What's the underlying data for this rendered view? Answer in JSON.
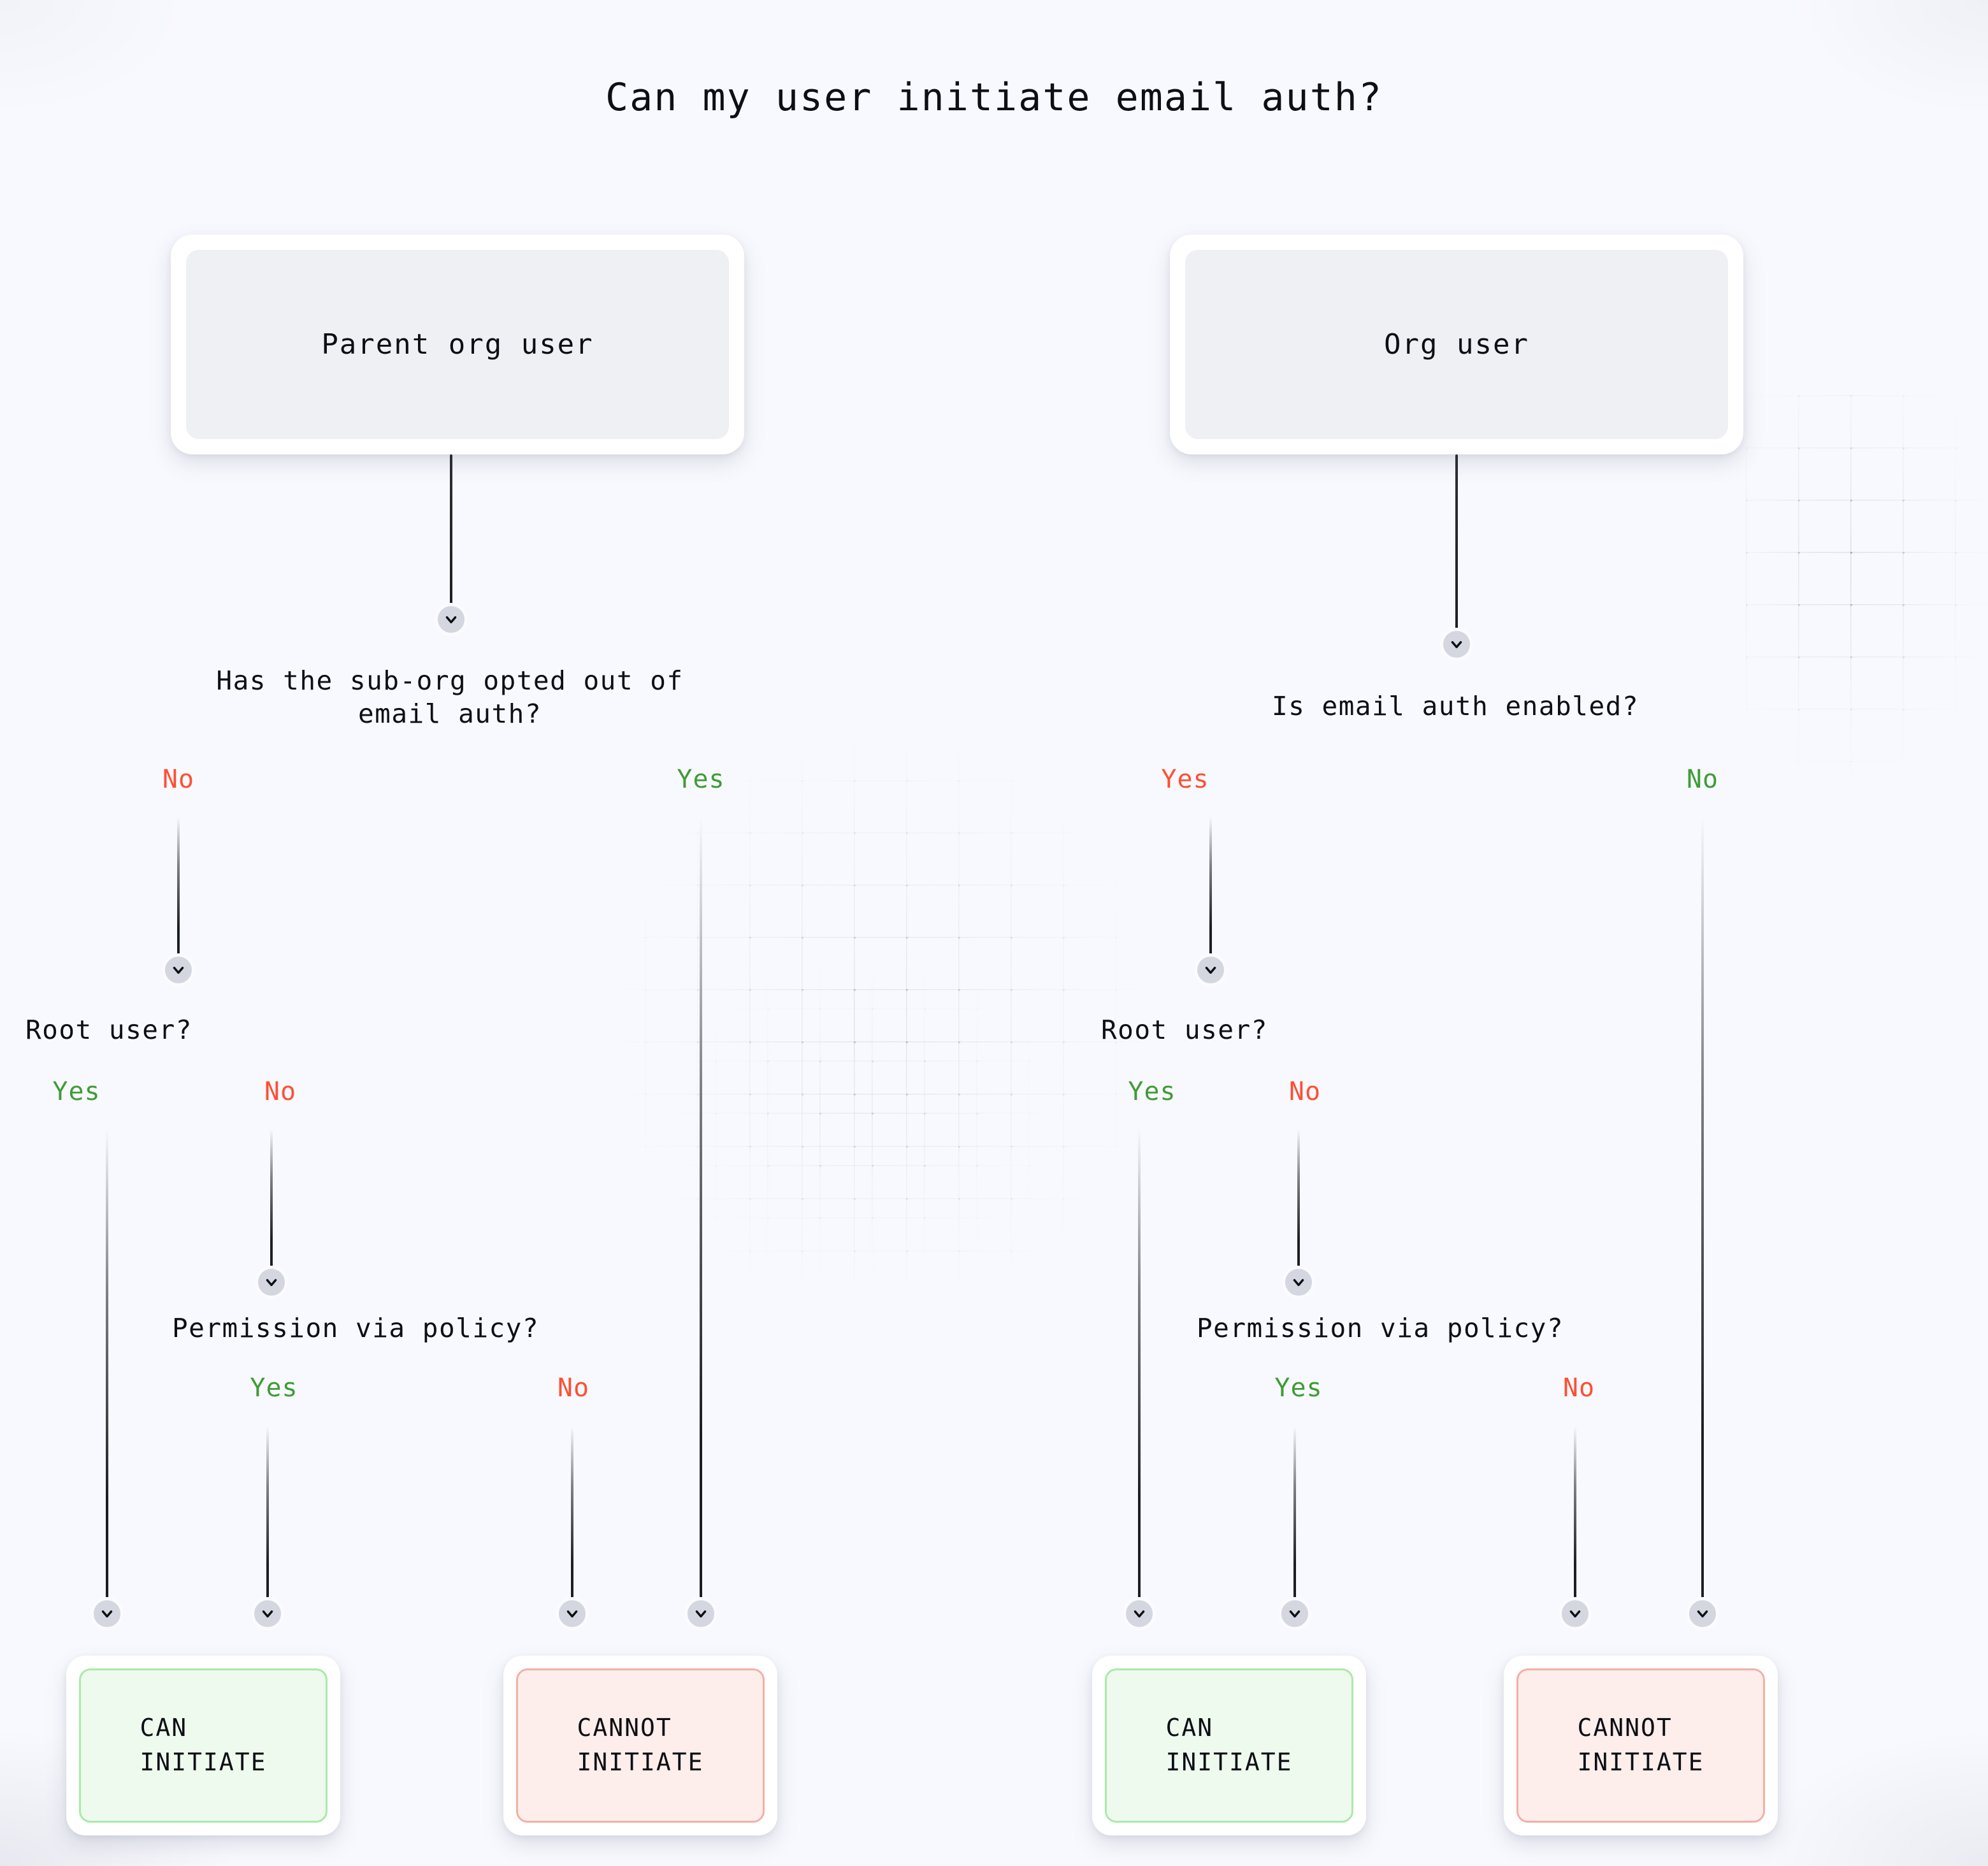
{
  "page": {
    "title": "Can my user initiate email auth?",
    "background_color": "#f8f9fe",
    "icons": {
      "chevron_down": "chevron-down-icon"
    }
  },
  "colors": {
    "yes": "#3f9c35",
    "no": "#ff4f33",
    "can_bg": "#effaef",
    "can_border": "#a8eaa8",
    "cannot_bg": "#fdeeec",
    "cannot_border": "#f3b0a4",
    "node_bg": "#eff0f4",
    "card_bg": "#ffffff",
    "text": "#0d0f14",
    "connector": "#1c1e26"
  },
  "branches": {
    "left": {
      "root_label": "Parent org user",
      "q1": {
        "text": "Has the sub-org opted out of\nemail auth?",
        "left_label": "No",
        "right_label": "Yes"
      },
      "q2": {
        "text": "Root user?",
        "left_label": "Yes",
        "right_label": "No"
      },
      "q3": {
        "text": "Permission via policy?",
        "left_label": "Yes",
        "right_label": "No"
      },
      "outcome_can": "CAN\nINITIATE",
      "outcome_cannot": "CANNOT\nINITIATE"
    },
    "right": {
      "root_label": "Org user",
      "q1": {
        "text": "Is email auth enabled?",
        "left_label": "Yes",
        "right_label": "No"
      },
      "q2": {
        "text": "Root user?",
        "left_label": "Yes",
        "right_label": "No"
      },
      "q3": {
        "text": "Permission via policy?",
        "left_label": "Yes",
        "right_label": "No"
      },
      "outcome_can": "CAN\nINITIATE",
      "outcome_cannot": "CANNOT\nINITIATE"
    }
  },
  "chart_data": {
    "type": "diagram",
    "diagram_kind": "decision-tree",
    "title": "Can my user initiate email auth?",
    "nodes": [
      {
        "id": "L0",
        "type": "root",
        "label": "Parent org user"
      },
      {
        "id": "L1",
        "type": "question",
        "label": "Has the sub-org opted out of email auth?"
      },
      {
        "id": "L2",
        "type": "question",
        "label": "Root user?"
      },
      {
        "id": "L3",
        "type": "question",
        "label": "Permission via policy?"
      },
      {
        "id": "L4a",
        "type": "outcome",
        "label": "CAN INITIATE"
      },
      {
        "id": "L4b",
        "type": "outcome",
        "label": "CANNOT INITIATE"
      },
      {
        "id": "R0",
        "type": "root",
        "label": "Org user"
      },
      {
        "id": "R1",
        "type": "question",
        "label": "Is email auth enabled?"
      },
      {
        "id": "R2",
        "type": "question",
        "label": "Root user?"
      },
      {
        "id": "R3",
        "type": "question",
        "label": "Permission via policy?"
      },
      {
        "id": "R4a",
        "type": "outcome",
        "label": "CAN INITIATE"
      },
      {
        "id": "R4b",
        "type": "outcome",
        "label": "CANNOT INITIATE"
      }
    ],
    "edges": [
      {
        "from": "L0",
        "to": "L1",
        "label": ""
      },
      {
        "from": "L1",
        "to": "L2",
        "label": "No"
      },
      {
        "from": "L1",
        "to": "L4b",
        "label": "Yes"
      },
      {
        "from": "L2",
        "to": "L4a",
        "label": "Yes"
      },
      {
        "from": "L2",
        "to": "L3",
        "label": "No"
      },
      {
        "from": "L3",
        "to": "L4a",
        "label": "Yes"
      },
      {
        "from": "L3",
        "to": "L4b",
        "label": "No"
      },
      {
        "from": "R0",
        "to": "R1",
        "label": ""
      },
      {
        "from": "R1",
        "to": "R2",
        "label": "Yes"
      },
      {
        "from": "R1",
        "to": "R4b",
        "label": "No"
      },
      {
        "from": "R2",
        "to": "R4a",
        "label": "Yes"
      },
      {
        "from": "R2",
        "to": "R3",
        "label": "No"
      },
      {
        "from": "R3",
        "to": "R4a",
        "label": "Yes"
      },
      {
        "from": "R3",
        "to": "R4b",
        "label": "No"
      }
    ]
  }
}
